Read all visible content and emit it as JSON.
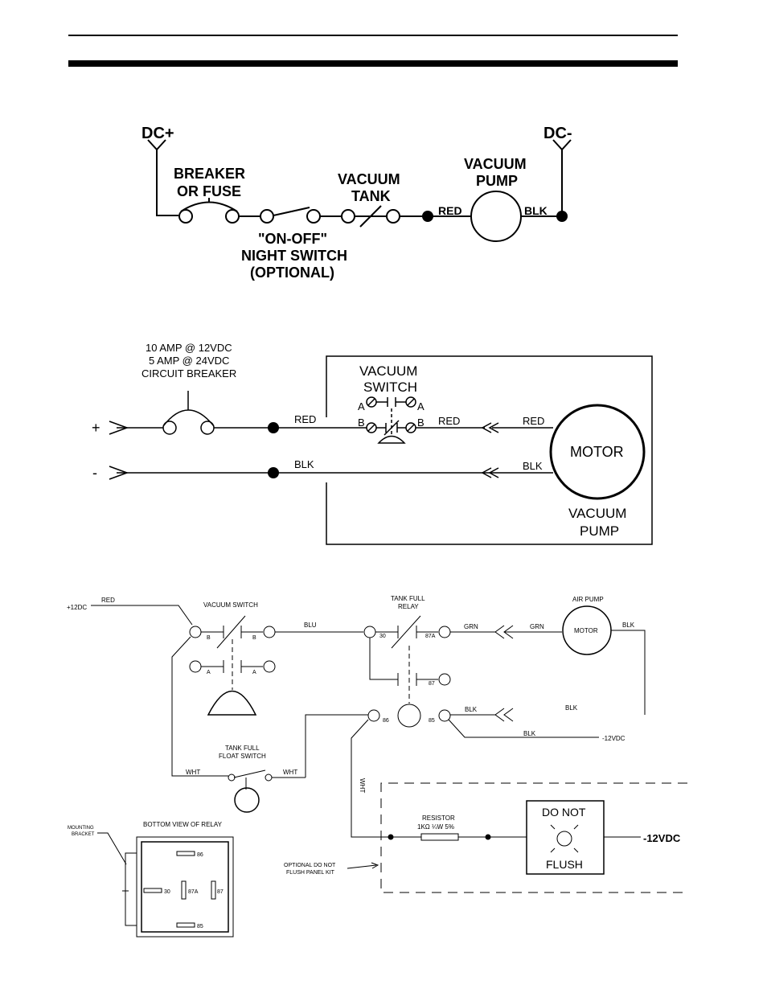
{
  "diagram1": {
    "dc_plus": "DC+",
    "dc_minus": "DC-",
    "breaker_l1": "BREAKER",
    "breaker_l2": "OR FUSE",
    "tank_l1": "VACUUM",
    "tank_l2": "TANK",
    "pump_l1": "VACUUM",
    "pump_l2": "PUMP",
    "red": "RED",
    "blk": "BLK",
    "night_l1": "\"ON-OFF\"",
    "night_l2": "NIGHT SWITCH",
    "night_l3": "(OPTIONAL)"
  },
  "diagram2": {
    "cb_l1": "10 AMP @ 12VDC",
    "cb_l2": "5 AMP @ 24VDC",
    "cb_l3": "CIRCUIT BREAKER",
    "plus": "+",
    "minus": "-",
    "red1": "RED",
    "red2": "RED",
    "red3": "RED",
    "blk1": "BLK",
    "blk2": "BLK",
    "vs_l1": "VACUUM",
    "vs_l2": "SWITCH",
    "a_left": "A",
    "a_right": "A",
    "b_left": "B",
    "b_right": "B",
    "motor": "MOTOR",
    "pump_l1": "VACUUM",
    "pump_l2": "PUMP"
  },
  "diagram3": {
    "plus12": "+12DC",
    "red": "RED",
    "vacuum_switch": "VACUUM SWITCH",
    "b1": "B",
    "b2": "B",
    "a1": "A",
    "a2": "A",
    "blu": "BLU",
    "relay_l1": "TANK FULL",
    "relay_l2": "RELAY",
    "t30": "30",
    "t87a": "87A",
    "t87": "87",
    "t86": "86",
    "t85": "85",
    "grn1": "GRN",
    "grn2": "GRN",
    "air_pump": "AIR PUMP",
    "motor": "MOTOR",
    "blk_motor": "BLK",
    "blk_mid": "BLK",
    "blk_relay": "BLK",
    "blk_lower": "BLK",
    "minus12": "-12VDC",
    "float_l1": "TANK FULL",
    "float_l2": "FLOAT SWITCH",
    "wht1": "WHT",
    "wht2": "WHT",
    "wht3": "WHT",
    "resistor_l1": "RESISTOR",
    "resistor_l2": "1KΩ  ¼W  5%",
    "dnf_l1": "DO NOT",
    "dnf_l2": "FLUSH",
    "minus12_big": "-12VDC",
    "optional_l1": "OPTIONAL DO NOT",
    "optional_l2": "FLUSH PANEL KIT",
    "mount_l1": "MOUNTING",
    "mount_l2": "BRACKET",
    "bottom_view": "BOTTOM VIEW OF RELAY",
    "p86": "86",
    "p30": "30",
    "p87a": "87A",
    "p87": "87",
    "p85": "85"
  }
}
